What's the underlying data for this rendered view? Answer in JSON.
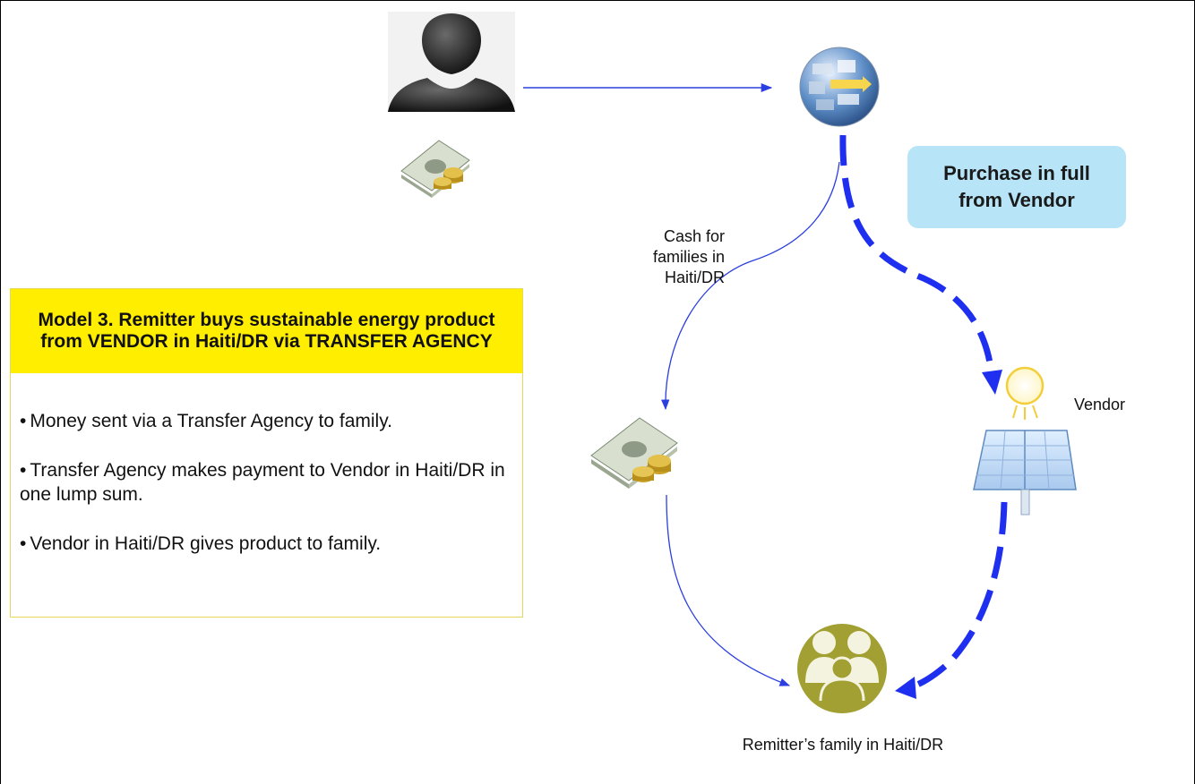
{
  "labels": {
    "cash": "Cash for families in Haiti/DR",
    "purchase": "Purchase in full from Vendor",
    "vendor": "Vendor",
    "family": "Remitter’s family in Haiti/DR"
  },
  "model": {
    "title": "Model 3. Remitter buys sustainable energy product from VENDOR in Haiti/DR via TRANSFER AGENCY",
    "bullets": [
      "Money sent via a Transfer Agency to family.",
      "Transfer Agency makes payment to Vendor in Haiti/DR in one lump sum.",
      "Vendor in Haiti/DR gives product to family."
    ]
  },
  "icons": {
    "remitter": "person-silhouette-icon",
    "money": "money-stack-icon",
    "agency": "globe-icon",
    "vendor": "solar-panel-icon",
    "family": "family-icon"
  },
  "colors": {
    "thin_arrow": "#2b3fe0",
    "thick_arrow": "#1f2ff0",
    "purchase_box": "#b7e4f7",
    "model_title": "#ffee00",
    "family_circle": "#a2a033"
  }
}
